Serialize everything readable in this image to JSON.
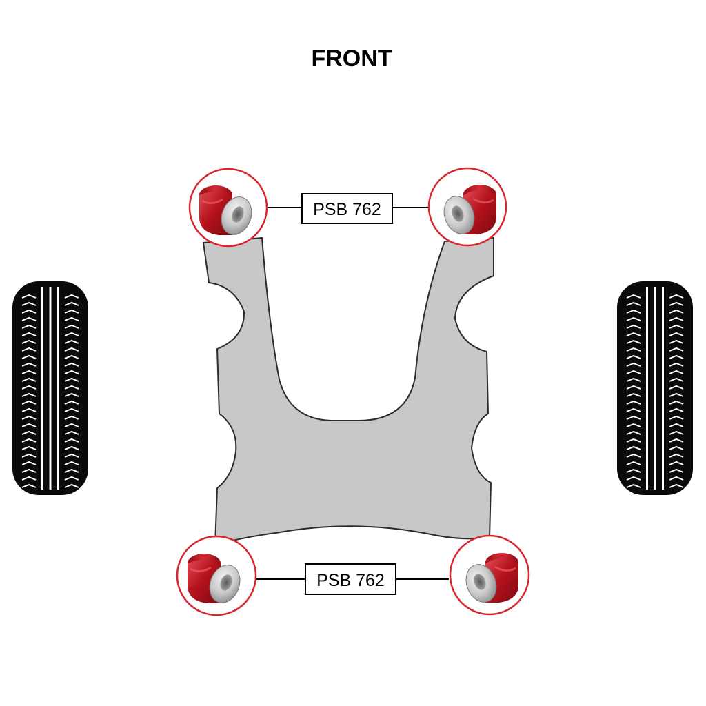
{
  "diagram": {
    "direction_label": "FRONT",
    "front_callout": {
      "part_number": "PSB 762"
    },
    "rear_callout": {
      "part_number": "PSB 762"
    }
  },
  "colors": {
    "bush_ring": "#d9262e",
    "bush_poly": "#b5121b",
    "bush_poly_dark": "#7d0a12",
    "bush_poly_light": "#e04a55",
    "sleeve": "#c9c9c9",
    "subframe_fill": "#c8c8c8",
    "subframe_stroke": "#2b2b2b",
    "tyre": "#0a0a0a"
  },
  "icons": {
    "bush": "polyurethane-bush-icon",
    "tyre": "tyre-tread-icon"
  }
}
